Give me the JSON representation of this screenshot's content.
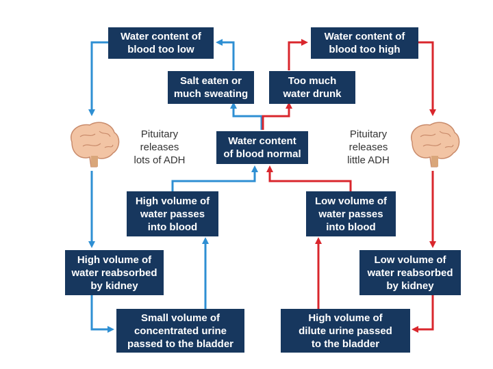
{
  "colors": {
    "box": "#17375e",
    "blue_arrow": "#2e8fd3",
    "red_arrow": "#d9262c",
    "brain": "#f2c4a4"
  },
  "boxes": {
    "too_low": "Water content of\nblood too low",
    "too_high": "Water content of\nblood too high",
    "salt": "Salt eaten or\nmuch sweating",
    "too_much_water": "Too much\nwater drunk",
    "normal": "Water content\nof blood normal",
    "high_into_blood": "High volume of\nwater passes\ninto blood",
    "low_into_blood": "Low volume of\nwater passes\ninto blood",
    "high_reabsorbed": "High volume of\nwater reabsorbed\nby kidney",
    "low_reabsorbed": "Low volume of\nwater reabsorbed\nby kidney",
    "small_concentrated": "Small volume of\nconcentrated urine\npassed to the bladder",
    "high_dilute": "High volume of\ndilute urine passed\nto the bladder"
  },
  "labels": {
    "pituitary_left": "Pituitary\nreleases\nlots of ADH",
    "pituitary_right": "Pituitary\nreleases\nlittle ADH"
  },
  "icons": {
    "left": "brain-icon",
    "right": "brain-icon"
  }
}
